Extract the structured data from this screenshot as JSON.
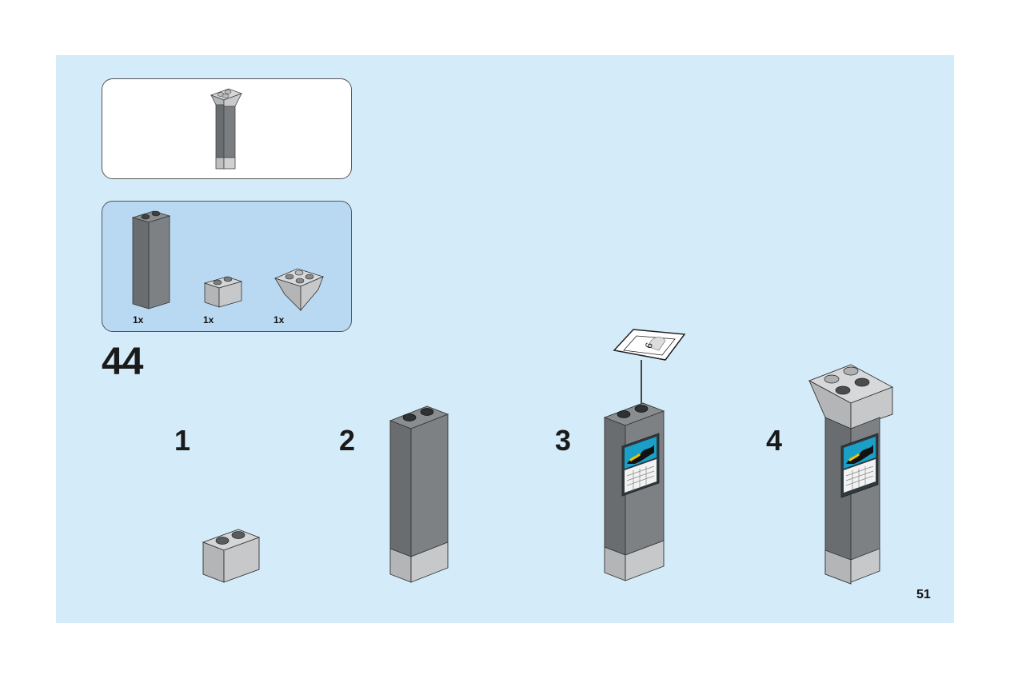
{
  "step": {
    "number": "44"
  },
  "parts_list": [
    {
      "quantity": "1x",
      "part_icon": "brick-1x2x5-dark-gray-icon"
    },
    {
      "quantity": "1x",
      "part_icon": "brick-1x2-light-gray-icon"
    },
    {
      "quantity": "1x",
      "part_icon": "slope-inverted-2x2-light-gray-icon"
    }
  ],
  "sub_steps": [
    {
      "number": "1"
    },
    {
      "number": "2"
    },
    {
      "number": "3"
    },
    {
      "number": "4"
    }
  ],
  "sticker_callout": {
    "sticker_label": "6"
  },
  "page": {
    "number": "51"
  },
  "colors": {
    "background": "#d4ebf9",
    "parts_panel": "#b9d9f3",
    "dark_gray": "#6f7274",
    "light_gray": "#bfc1c2"
  }
}
